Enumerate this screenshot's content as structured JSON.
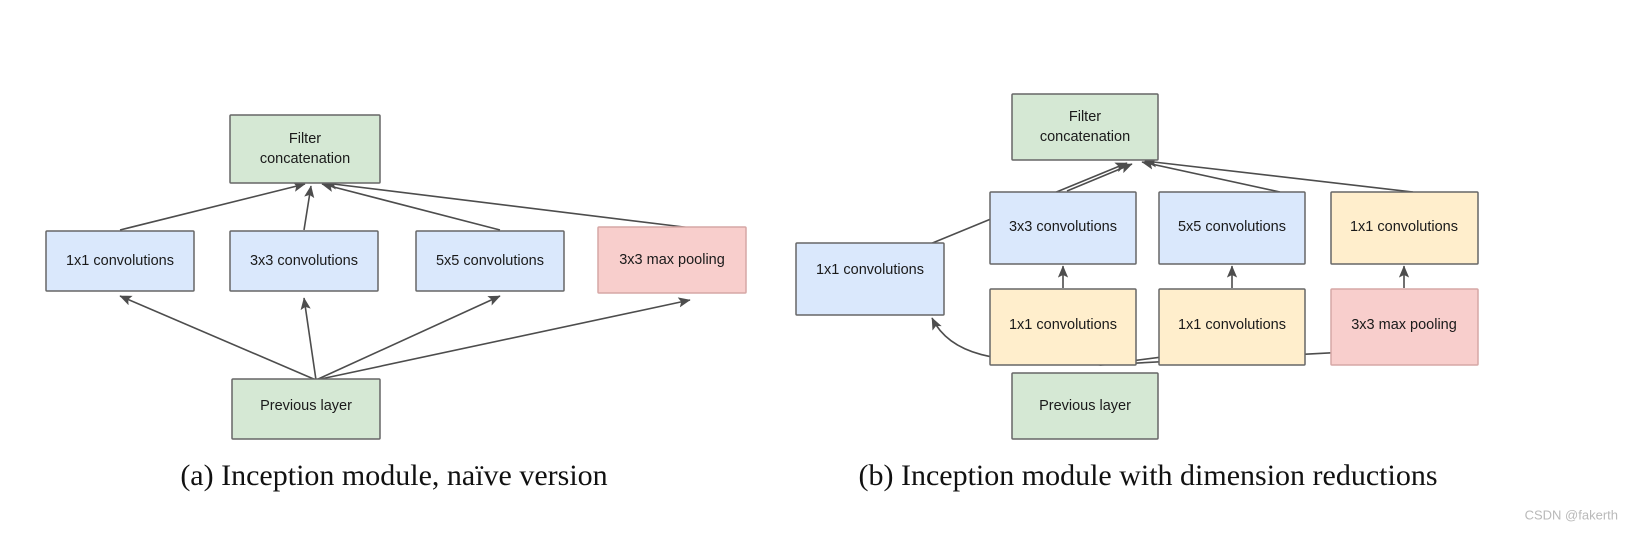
{
  "figure": {
    "background_color": "#ffffff",
    "edge_color": "#4d4d4d",
    "palette": {
      "green_fill": "#d5e8d4",
      "green_stroke": "#82b366",
      "blue_fill": "#dae8fc",
      "blue_stroke": "#6c8ebf",
      "yellow_fill": "#ffeecc",
      "yellow_stroke": "#d6b656",
      "red_fill": "#f8cecc",
      "red_stroke": "#b85450",
      "gray_stroke": "#666666",
      "text_color": "#1a1a1a"
    }
  },
  "panel_a": {
    "caption": "(a)  Inception module, naïve version",
    "nodes": {
      "filter_concat": "Filter\nconcatenation",
      "filter_concat_line1": "Filter",
      "filter_concat_line2": "concatenation",
      "conv1x1": "1x1 convolutions",
      "conv3x3": "3x3 convolutions",
      "conv5x5": "5x5 convolutions",
      "maxpool3x3": "3x3 max pooling",
      "previous_layer": "Previous layer"
    }
  },
  "panel_b": {
    "caption": "(b)  Inception module with dimension reductions",
    "nodes": {
      "filter_concat_line1": "Filter",
      "filter_concat_line2": "concatenation",
      "conv1x1_left": "1x1 convolutions",
      "conv3x3": "3x3 convolutions",
      "conv5x5": "5x5 convolutions",
      "conv1x1_right_top": "1x1 convolutions",
      "conv1x1_reduce_a": "1x1 convolutions",
      "conv1x1_reduce_b": "1x1 convolutions",
      "maxpool3x3": "3x3 max pooling",
      "previous_layer": "Previous layer"
    }
  },
  "watermark": {
    "text": "CSDN @fakerth"
  }
}
